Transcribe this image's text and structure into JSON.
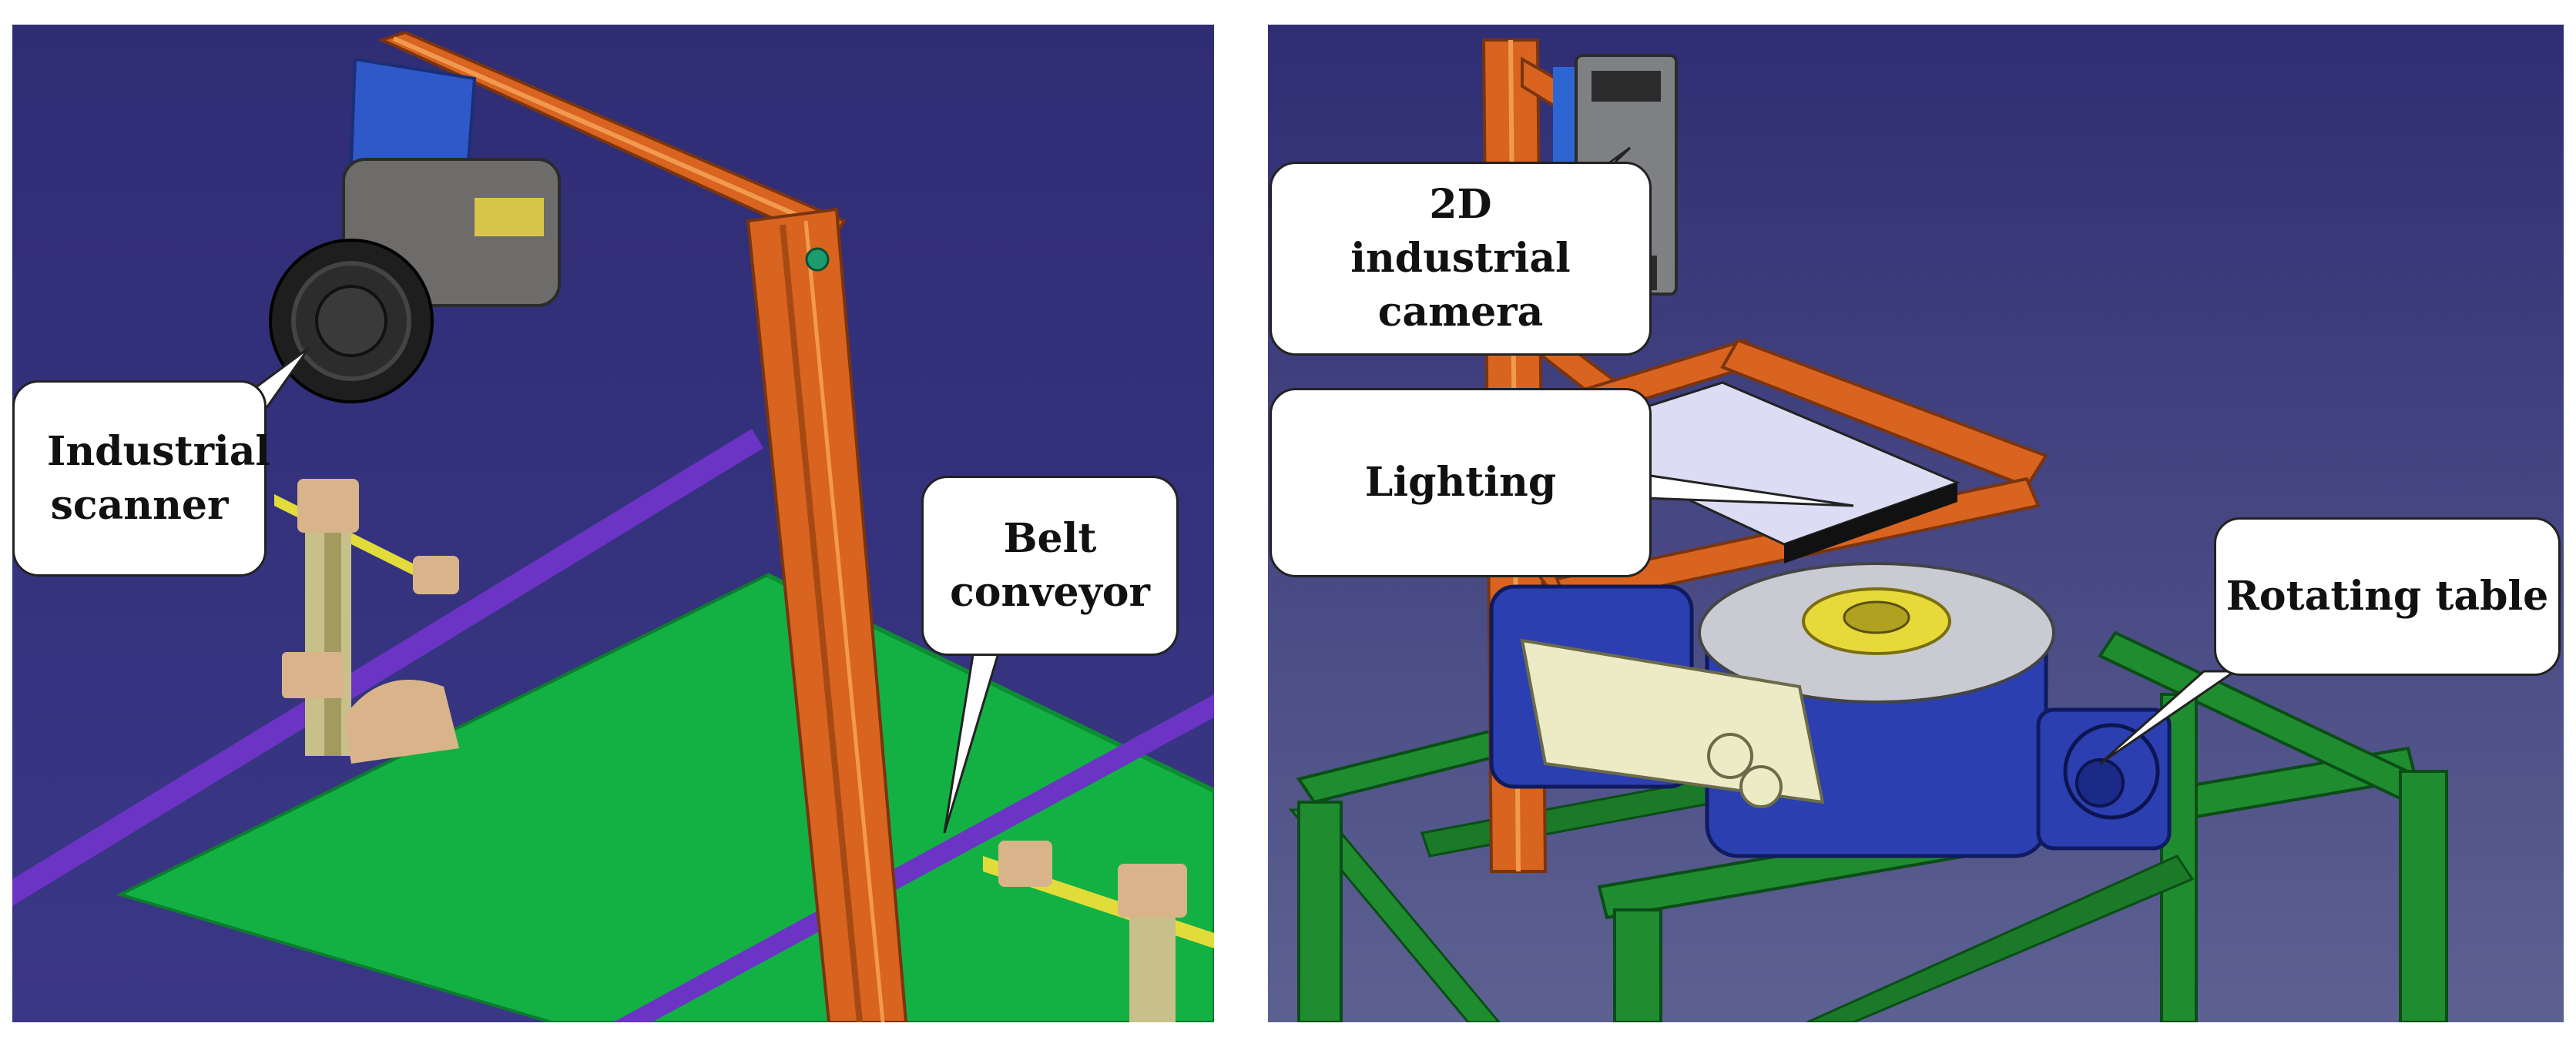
{
  "labels": {
    "industrial_scanner": "Industrial scanner",
    "belt_conveyor": "Belt conveyor",
    "camera": "2D industrial camera",
    "lighting": "Lighting",
    "rotating_table": "Rotating table"
  },
  "colors": {
    "background": "#322f78",
    "conveyor_belt": "#13b144",
    "rail": "#6b34c4",
    "frame_orange": "#d8641f",
    "frame_green": "#1f8d2f",
    "motor_blue": "#2b3fb0",
    "motor_cream": "#ecebc6",
    "bracket_beige": "#d9b48b",
    "guide_yellow": "#e2dc3a"
  }
}
